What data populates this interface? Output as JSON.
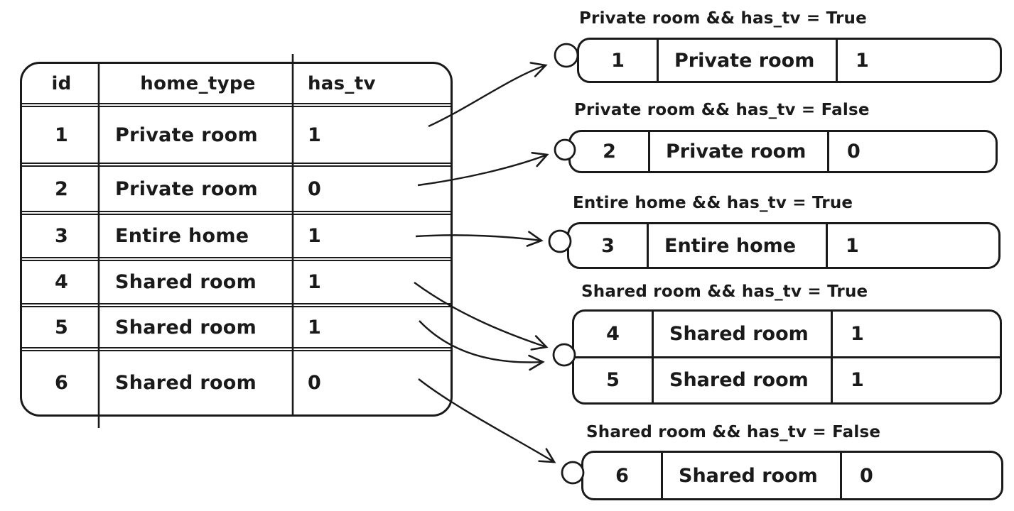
{
  "table": {
    "headers": [
      "id",
      "home_type",
      "has_tv"
    ],
    "rows": [
      [
        "1",
        "Private room",
        "1"
      ],
      [
        "2",
        "Private room",
        "0"
      ],
      [
        "3",
        "Entire home",
        "1"
      ],
      [
        "4",
        "Shared room",
        "1"
      ],
      [
        "5",
        "Shared room",
        "1"
      ],
      [
        "6",
        "Shared room",
        "0"
      ]
    ]
  },
  "groups": [
    {
      "label": "Private room && has_tv = True",
      "rows": [
        [
          "1",
          "Private room",
          "1"
        ]
      ]
    },
    {
      "label": "Private room && has_tv = False",
      "rows": [
        [
          "2",
          "Private room",
          "0"
        ]
      ]
    },
    {
      "label": "Entire home && has_tv = True",
      "rows": [
        [
          "3",
          "Entire home",
          "1"
        ]
      ]
    },
    {
      "label": "Shared room && has_tv = True",
      "rows": [
        [
          "4",
          "Shared room",
          "1"
        ],
        [
          "5",
          "Shared room",
          "1"
        ]
      ]
    },
    {
      "label": "Shared room && has_tv = False",
      "rows": [
        [
          "6",
          "Shared room",
          "0"
        ]
      ]
    }
  ],
  "arrows": [
    {
      "from_row_id": "1",
      "to_group": "Private room && has_tv = True"
    },
    {
      "from_row_id": "2",
      "to_group": "Private room && has_tv = False"
    },
    {
      "from_row_id": "3",
      "to_group": "Entire home && has_tv = True"
    },
    {
      "from_row_id": "4",
      "to_group": "Shared room && has_tv = True"
    },
    {
      "from_row_id": "5",
      "to_group": "Shared room && has_tv = True"
    },
    {
      "from_row_id": "6",
      "to_group": "Shared room && has_tv = False"
    }
  ],
  "colors": {
    "ink": "#1a1a1a",
    "background": "#ffffff"
  }
}
